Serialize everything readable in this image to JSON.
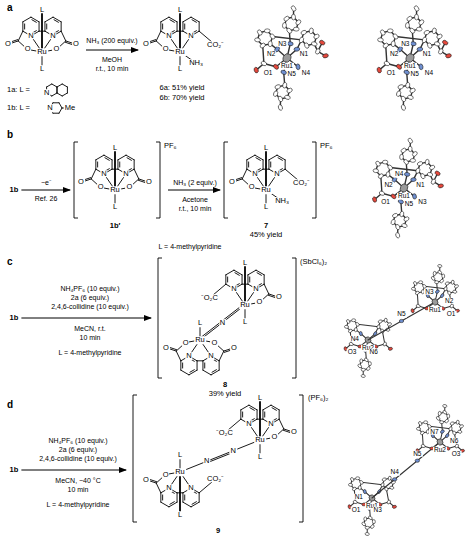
{
  "diagram": {
    "nodes": [
      {
        "text": [
          "1a: L =",
          "1b: L ="
        ]
      },
      {
        "text": [
          "6a: 51% yield",
          "6b: 70% yield"
        ]
      },
      {
        "text": [
          "1b"
        ]
      },
      {
        "text": [
          "1b′"
        ]
      },
      {
        "text": [
          "7",
          "45% yield"
        ]
      },
      {
        "text": [
          "1b"
        ]
      },
      {
        "text": [
          "8",
          "39% yield"
        ]
      },
      {
        "text": [
          "1b"
        ]
      },
      {
        "text": [
          "9"
        ]
      }
    ],
    "edges": [
      {
        "from": 0,
        "to": 1,
        "arrow": "to",
        "label": "NH₃ (200 equiv.)"
      },
      {
        "from": 2,
        "to": 3,
        "arrow": "to",
        "label": "−e⁻"
      },
      {
        "from": 3,
        "to": 4,
        "arrow": "to",
        "label": "NH₃ (2 equiv.)"
      },
      {
        "from": 5,
        "to": 6,
        "arrow": "to",
        "label": "NH₄PF₆ (10 equiv.)"
      },
      {
        "from": 7,
        "to": 8,
        "arrow": "to",
        "label": "NH₄PF₆ (10 equiv.)"
      }
    ],
    "labels": [
      "a",
      "L",
      "N",
      "N",
      "Ru",
      "O",
      "O",
      "O",
      "O",
      "L",
      "N",
      "N",
      "Me",
      "MeOH",
      "r.t., 10 min",
      "L",
      "N",
      "N",
      "Ru",
      "O",
      "O",
      "CO₂⁻",
      "NH₃",
      "L",
      "N2",
      "N1",
      "N3",
      "O1",
      "Ru1",
      "N4",
      "N5",
      "N2",
      "N1",
      "N3",
      "O1",
      "Ru1",
      "N4",
      "N5",
      "b",
      "Ref. 26",
      "L",
      "N",
      "N",
      "Ru",
      "O",
      "O",
      "O",
      "O",
      "L",
      "PF₆",
      "L = 4-methylpyridine",
      "Acetone",
      "r.t., 10 min",
      "L",
      "N",
      "N",
      "Ru",
      "O",
      "O",
      "CO₂⁻",
      "NH₃",
      "L",
      "PF₆",
      "N2",
      "N1",
      "N4",
      "O1",
      "Ru1",
      "N3",
      "N5",
      "c",
      "2a (6 equiv.)",
      "2,4,6-collidine (10 equiv.)",
      "MeCN, r.t.",
      "10 min",
      "L = 4-methylpyridine",
      "L",
      "⁻O₂C",
      "N",
      "N",
      "Ru",
      "O",
      "O",
      "L",
      "N",
      "L",
      "N",
      "N",
      "Ru",
      "O",
      "O",
      "O",
      "O",
      "(SbCl₆)₂",
      "Ru2",
      "N4",
      "O3",
      "N6",
      "N5",
      "Ru1",
      "N2",
      "O1",
      "N3",
      "d",
      "2a (6 equiv.)",
      "2,4,6-collidine (10 equiv.)",
      "MeCN, −40 °C",
      "10 min",
      "L = 4-methylpyridine",
      "L",
      "N",
      "N",
      "Ru",
      "O",
      "O",
      "CO₂⁻",
      "L",
      "N",
      "N",
      "L",
      "⁻O₂C",
      "N",
      "N",
      "Ru",
      "O",
      "O",
      "L",
      "(PF₆)₂",
      "Ru1",
      "N1",
      "O1",
      "N3",
      "N4",
      "N5",
      "Ru2",
      "N6",
      "O3",
      "N7"
    ]
  }
}
